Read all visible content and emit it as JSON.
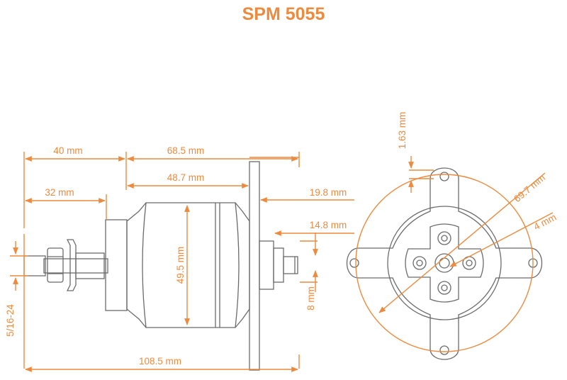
{
  "title": "SPM 5055",
  "accent_color": "#ec8a3f",
  "line_color": "#6b6b6b",
  "dimensions": {
    "d_40": "40 mm",
    "d_68_5": "68.5 mm",
    "d_48_7": "48.7 mm",
    "d_32": "32 mm",
    "d_49_5": "49.5 mm",
    "d_19_8": "19.8 mm",
    "d_14_8": "14.8 mm",
    "d_8": "8 mm",
    "d_108_5": "108.5 mm",
    "d_thread": "5/16-24",
    "d_1_63": "1.63 mm",
    "d_69_7": "69.7 mm",
    "d_4": "4 mm"
  }
}
